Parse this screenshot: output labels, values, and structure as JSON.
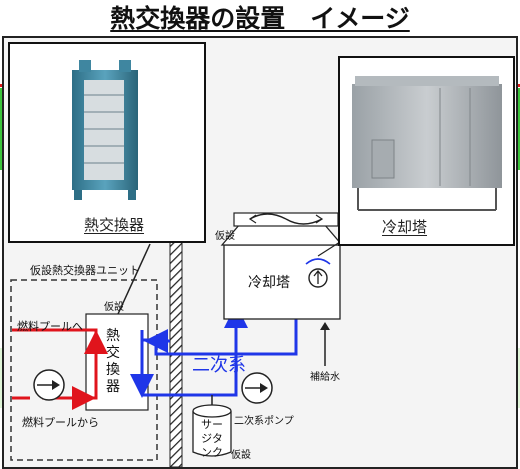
{
  "title": "熱交換器の設置　イメージ",
  "photos": {
    "heat_exchanger": {
      "caption": "熱交換器"
    },
    "cooling_tower": {
      "caption": "冷却塔"
    }
  },
  "diagram": {
    "unit_label": "仮設熱交換器ユニット",
    "temp_label_hx": "仮設",
    "temp_label_tower": "仮設",
    "temp_label_tank": "仮設",
    "heat_exchanger_label": "熱交換器",
    "cooling_tower_label": "冷却塔",
    "to_pool": "燃料プールへ",
    "from_pool": "燃料プールから",
    "secondary_system": "二次系",
    "secondary_pump": "二次系ポンプ",
    "surge_tank": "サージタンク",
    "makeup_water": "補給水"
  },
  "colors": {
    "primary_loop": "#e0141c",
    "secondary_loop": "#1f36e8",
    "side_green": "#3cc43c",
    "side_red": "#e01818"
  }
}
